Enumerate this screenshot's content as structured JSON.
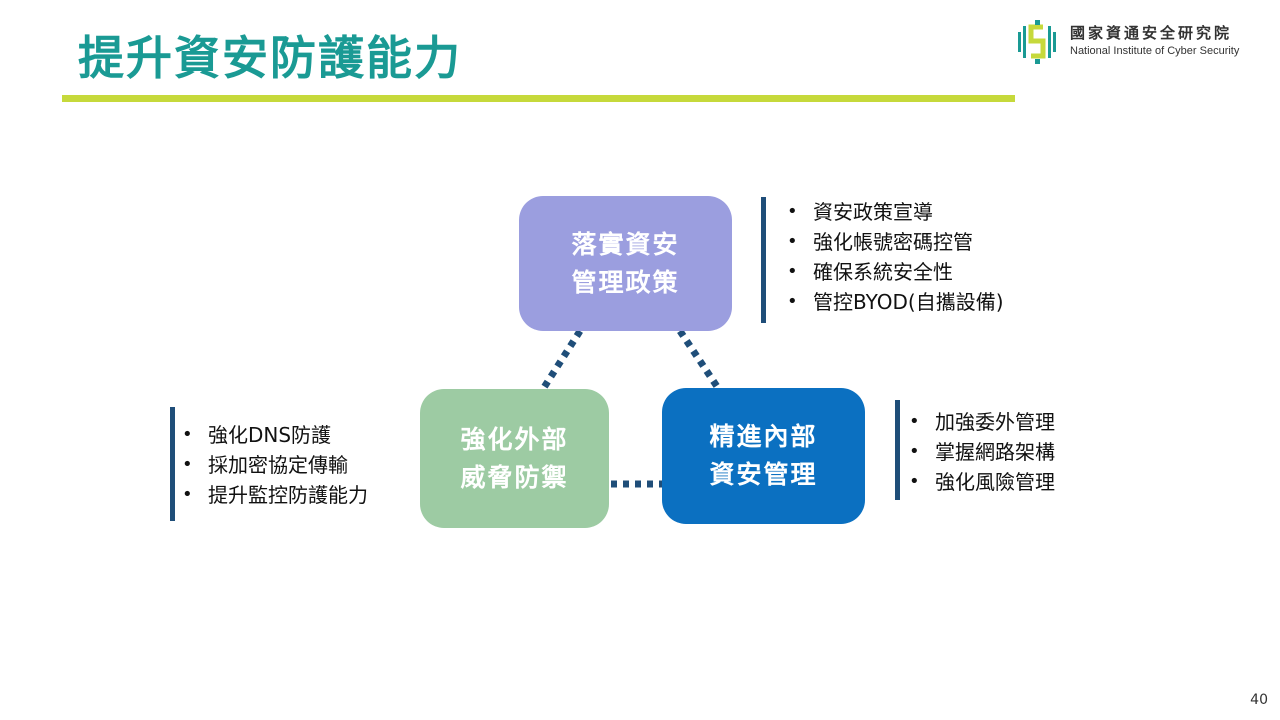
{
  "slide": {
    "title": "提升資安防護能力",
    "page_number": "40"
  },
  "logo": {
    "name_cn": "國家資通安全研究院",
    "name_en": "National Institute of Cyber Security"
  },
  "diagram": {
    "nodes": {
      "top": {
        "line1": "落實資安",
        "line2": "管理政策"
      },
      "left": {
        "line1": "強化外部",
        "line2": "威脅防禦"
      },
      "right": {
        "line1": "精進內部",
        "line2": "資安管理"
      }
    },
    "bullet_lists": {
      "top": [
        "資安政策宣導",
        "強化帳號密碼控管",
        "確保系統安全性",
        "管控BYOD(自攜設備)"
      ],
      "left": [
        "強化DNS防護",
        "採加密協定傳輸",
        "提升監控防護能力"
      ],
      "right": [
        "加強委外管理",
        "掌握網路架構",
        "強化風險管理"
      ]
    }
  },
  "colors": {
    "title": "#1a9a94",
    "underline": "#c6d93b",
    "node_top": "#9b9edf",
    "node_left": "#9dcba3",
    "node_right": "#0b70c1",
    "connector": "#1f4e79",
    "logo_teal": "#1a9a94",
    "logo_green": "#c6d93b"
  }
}
